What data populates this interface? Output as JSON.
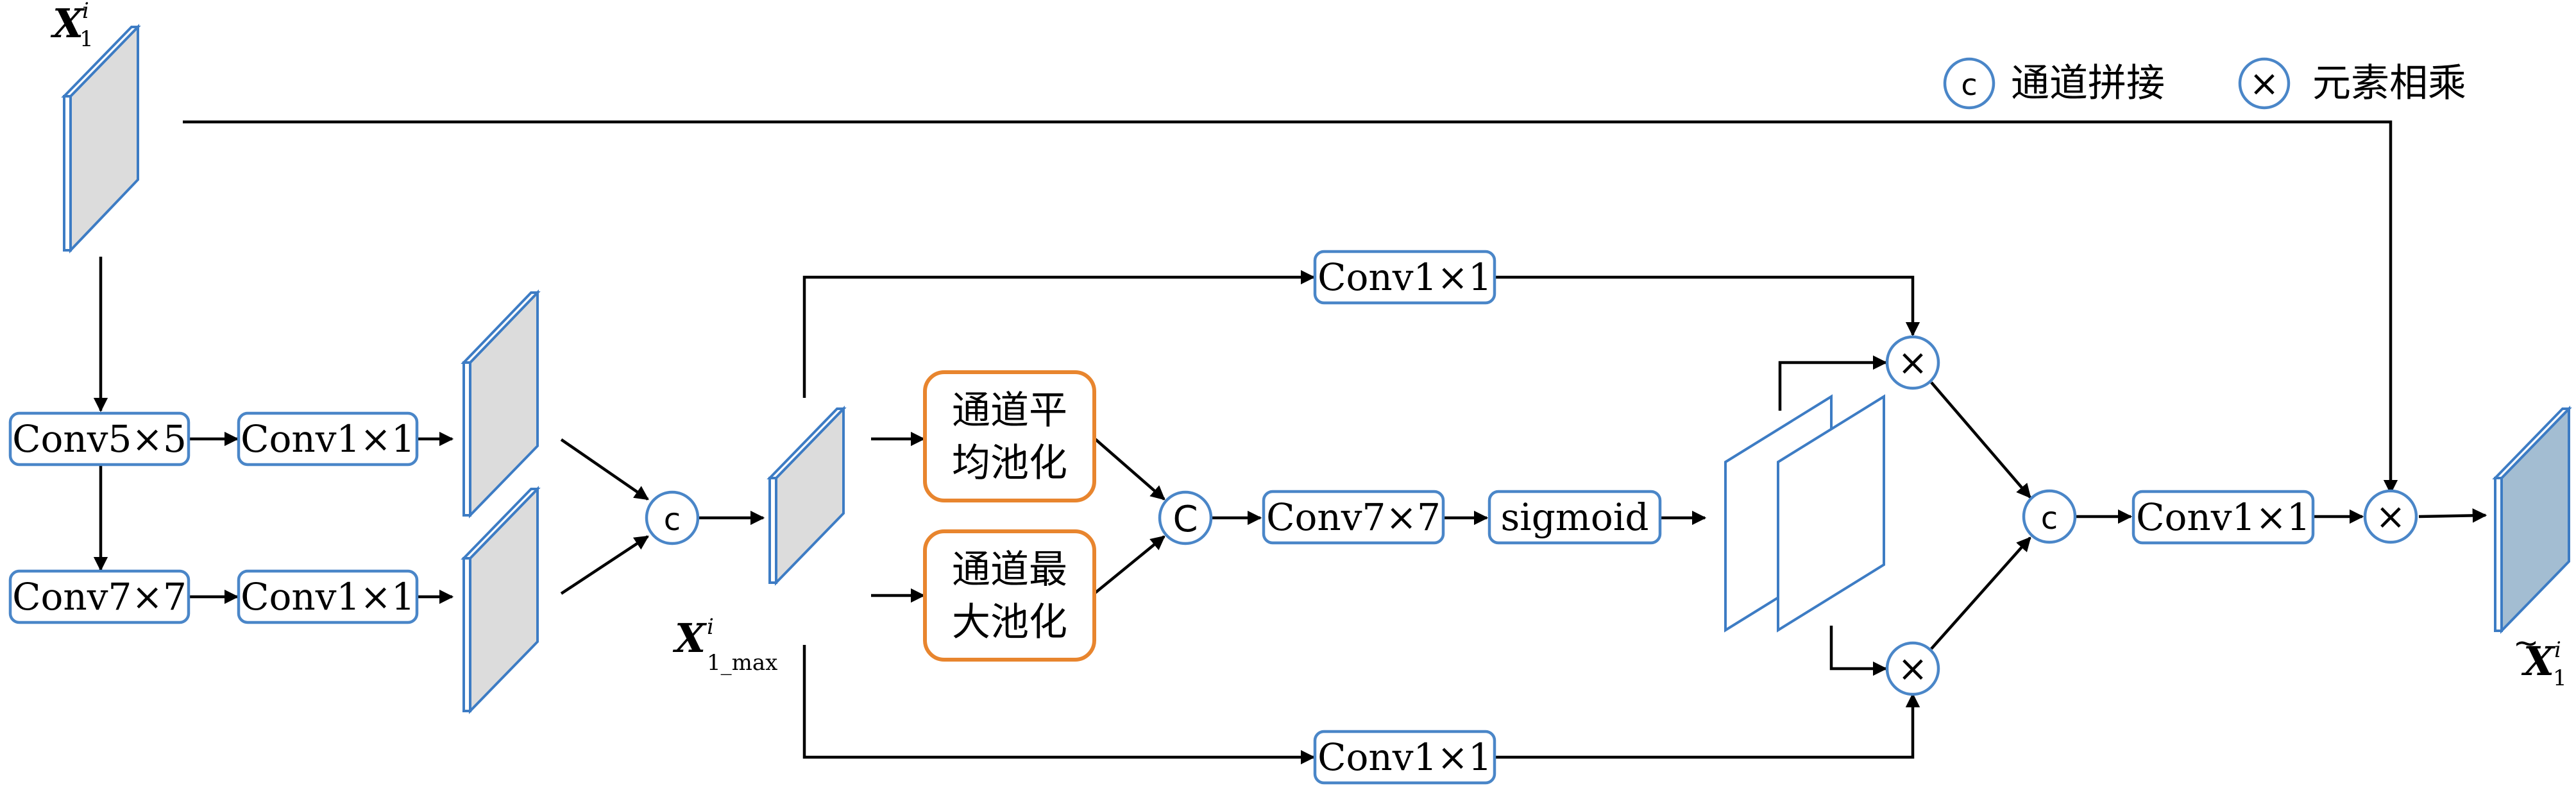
{
  "legend": {
    "concat_symbol": "c",
    "concat_label": "通道拼接",
    "multiply_symbol": "×",
    "multiply_label": "元素相乘"
  },
  "inputs": {
    "x1": {
      "base": "X",
      "sup": "i",
      "sub": "1"
    },
    "x1max": {
      "base": "X",
      "sup": "i",
      "sub": "1_max"
    },
    "output": {
      "base": "X",
      "tilde": "~",
      "sup": "i",
      "sub": "1"
    }
  },
  "blocks": {
    "conv5x5": "Conv5×5",
    "conv7x7_left": "Conv7×7",
    "conv1x1_a": "Conv1×1",
    "conv1x1_b": "Conv1×1",
    "conv1x1_top": "Conv1×1",
    "conv1x1_bottom": "Conv1×1",
    "conv7x7_mid": "Conv7×7",
    "sigmoid": "sigmoid",
    "conv1x1_final": "Conv1×1",
    "avgpool_line1": "通道平",
    "avgpool_line2": "均池化",
    "maxpool_line1": "通道最",
    "maxpool_line2": "大池化"
  },
  "ops": {
    "concat_small": "c",
    "concat_big": "C",
    "multiply": "×"
  }
}
